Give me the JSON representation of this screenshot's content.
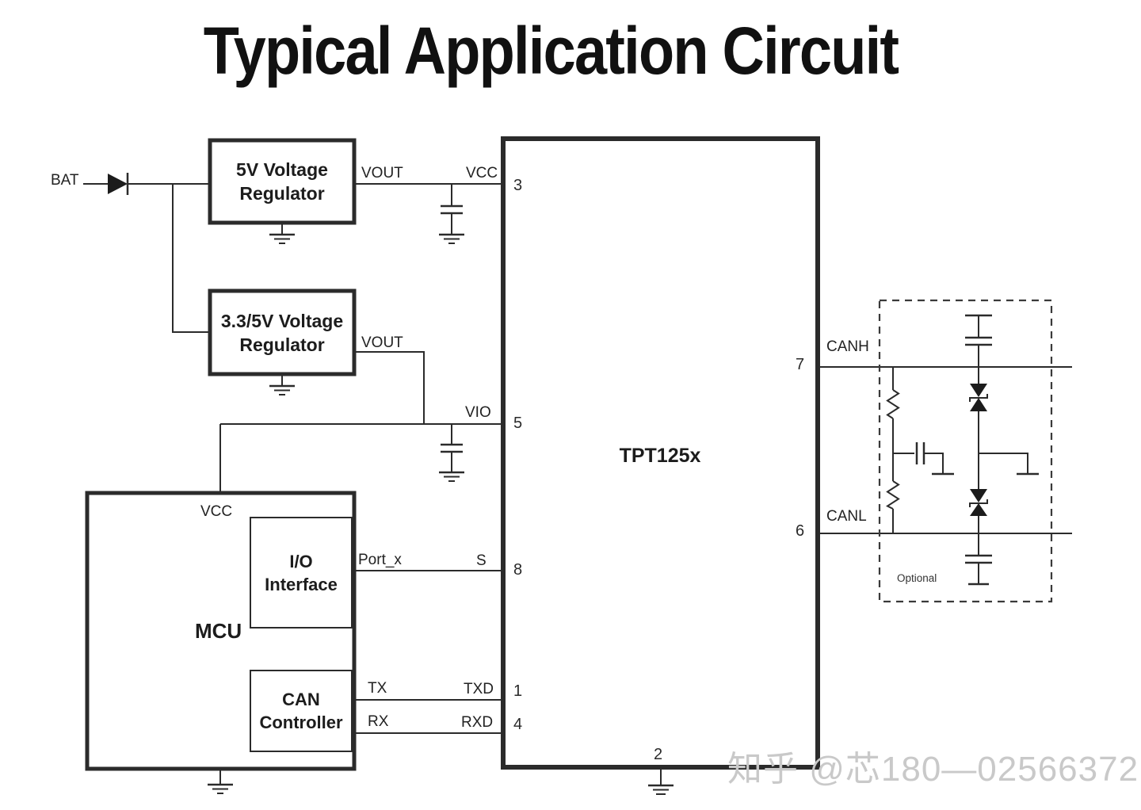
{
  "title": "Typical Application Circuit",
  "colors": {
    "line": "#2b2b2b",
    "text": "#222222",
    "watermark": "#c9c9c9",
    "background": "#ffffff"
  },
  "blocks": {
    "regulator_5v": {
      "line1": "5V Voltage",
      "line2": "Regulator"
    },
    "regulator_3v3_5v": {
      "line1": "3.3/5V Voltage",
      "line2": "Regulator"
    },
    "mcu": {
      "label": "MCU",
      "vcc_label": "VCC",
      "io_interface": {
        "line1": "I/O",
        "line2": "Interface"
      },
      "can_controller": {
        "line1": "CAN",
        "line2": "Controller"
      }
    },
    "transceiver": {
      "label": "TPT125x"
    }
  },
  "nets": {
    "bat": "BAT",
    "vout_5v": "VOUT",
    "vcc": "VCC",
    "vout_3v3": "VOUT",
    "vio": "VIO",
    "port_x": "Port_x",
    "s": "S",
    "tx": "TX",
    "txd": "TXD",
    "rx": "RX",
    "rxd": "RXD",
    "canh": "CANH",
    "canl": "CANL"
  },
  "pins": {
    "pin1": "1",
    "pin2": "2",
    "pin3": "3",
    "pin4": "4",
    "pin5": "5",
    "pin6": "6",
    "pin7": "7",
    "pin8": "8"
  },
  "optional_box": {
    "label": "Optional"
  },
  "watermark": "知乎 @芯180—02566372"
}
